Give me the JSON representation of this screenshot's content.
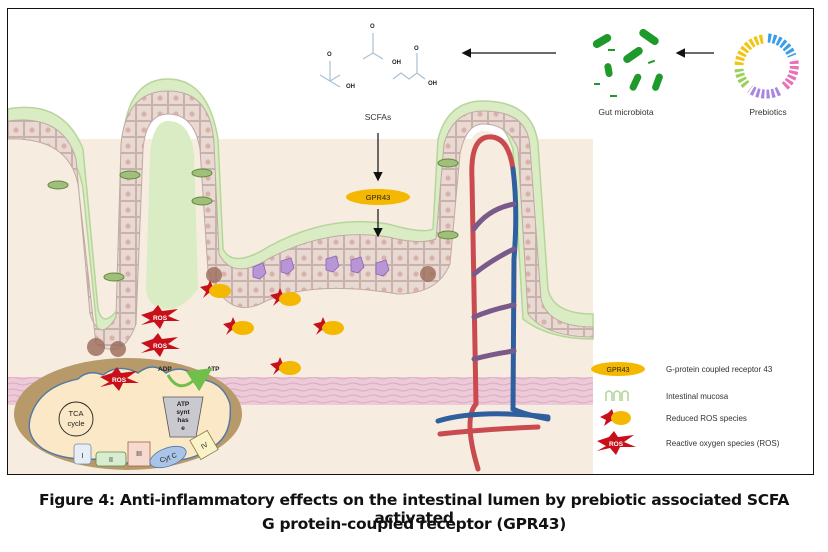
{
  "figure": {
    "caption_line1": "Figure 4: Anti-inflammatory effects on the intestinal lumen by prebiotic associated SCFA activated",
    "caption_line2": "G protein-coupled receptor (GPR43)"
  },
  "pathway": {
    "prebiotics_label": "Prebiotics",
    "gut_microbiota_label": "Gut microbiota",
    "scfas_label": "SCFAs",
    "scfa_oxygen": "O",
    "scfa_hydroxyl": "OH",
    "receptor_label": "GPR43"
  },
  "lumen": {
    "ros_label": "ROS"
  },
  "mitochondrion": {
    "ros_label": "ROS",
    "adp_label": "ADP",
    "atp_label": "ATP",
    "tca_line1": "TCA",
    "tca_line2": "cycle",
    "atp_synthase_lines": [
      "ATP",
      "synt",
      "has",
      "e"
    ],
    "complex_1": "I",
    "complex_2": "II",
    "complex_3": "III",
    "complex_4": "IV",
    "cyt_c": "Cyt C"
  },
  "legend": {
    "items": [
      {
        "symbol": "GPR43",
        "label": "G-protein coupled receptor 43"
      },
      {
        "symbol": "",
        "label": "Intestinal mucosa"
      },
      {
        "symbol": "",
        "label": "Reduced ROS species"
      },
      {
        "symbol": "ROS",
        "label": "Reactive oxygen species (ROS)"
      }
    ]
  },
  "colors": {
    "gpr43": "#f5b800",
    "ros": "#c8101a",
    "artery": "#c94a4f",
    "vein": "#2f5f9e",
    "mucus": "#d9ecc3",
    "tissue": "#f7ece0",
    "mito_outer": "#b89a6a"
  }
}
